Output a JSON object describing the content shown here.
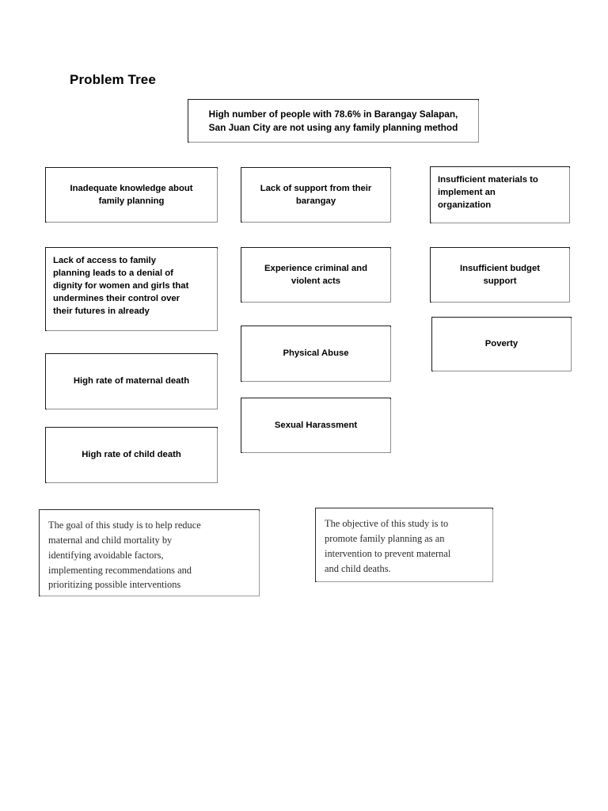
{
  "document": {
    "title": "Problem Tree"
  },
  "root": {
    "label": "High number of people with 78.6% in Barangay Salapan,\nSan Juan City are not using any family planning method"
  },
  "columns": [
    {
      "name": "left-column",
      "nodes": [
        {
          "label": "Inadequate knowledge about\nfamily planning"
        },
        {
          "label": "Lack of access to family\nplanning leads to a denial of\ndignity for women and girls that\nundermines their control over\ntheir futures in already"
        },
        {
          "label": "High rate of maternal death"
        },
        {
          "label": "High rate of child death"
        }
      ]
    },
    {
      "name": "middle-column",
      "nodes": [
        {
          "label": "Lack of support from their\nbarangay"
        },
        {
          "label": "Experience criminal and\nviolent acts"
        },
        {
          "label": "Physical Abuse"
        },
        {
          "label": "Sexual Harassment"
        }
      ]
    },
    {
      "name": "right-column",
      "nodes": [
        {
          "label": "Insufficient materials to\nimplement an\norganization"
        },
        {
          "label": "Insufficient budget\nsupport"
        },
        {
          "label": "Poverty"
        }
      ]
    }
  ],
  "statements": [
    {
      "name": "goal",
      "text": "The goal of this study is to help reduce\nmaternal and child mortality by\nidentifying avoidable factors,\nimplementing recommendations and\nprioritizing possible interventions"
    },
    {
      "name": "objective",
      "text": "The objective of this study is to\npromote family planning as an\nintervention to prevent maternal\nand child deaths."
    }
  ],
  "colors": {
    "page_background": "#ffffff",
    "text": "#000000",
    "box_border": "#1a1a1a",
    "statement_text": "#2a2a2a"
  }
}
